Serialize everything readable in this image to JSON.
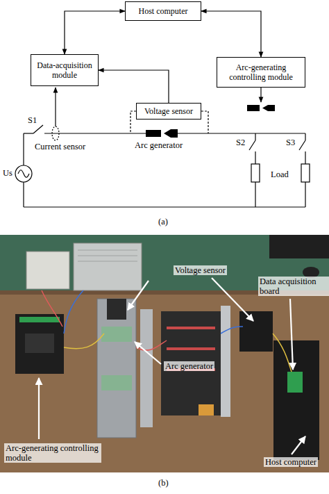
{
  "diagram": {
    "nodes": [
      {
        "text": [
          "Host computer"
        ]
      },
      {
        "text": [
          "Data-acquisition module"
        ]
      },
      {
        "text": [
          "Arc-generating controlling module"
        ]
      },
      {
        "text": [
          "Voltage sensor"
        ]
      }
    ],
    "edges": [
      {
        "from": 0,
        "to": 1,
        "arrow": "both"
      },
      {
        "from": 0,
        "to": 2,
        "arrow": "both"
      },
      {
        "from": 3,
        "to": 1,
        "arrow": "to"
      }
    ],
    "labels": [
      "S1",
      "Current sensor",
      "Arc generator",
      "Us",
      "S2",
      "S3",
      "Load",
      "(a)",
      "Voltage sensor",
      "Data acquisition board",
      "Arc generator",
      "Arc-generating controlling module",
      "Host computer",
      "(b)"
    ]
  }
}
